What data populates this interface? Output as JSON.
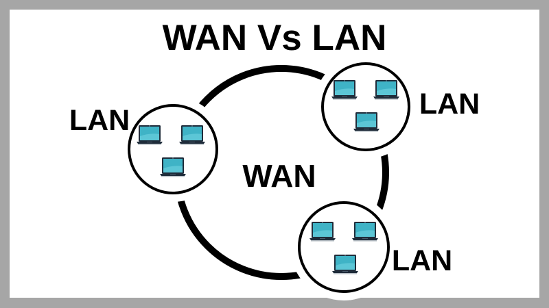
{
  "title": "WAN Vs LAN",
  "wan": {
    "label": "WAN"
  },
  "lans": [
    {
      "label": "LAN",
      "devices": [
        "laptop",
        "laptop",
        "laptop"
      ]
    },
    {
      "label": "LAN",
      "devices": [
        "laptop",
        "laptop",
        "laptop"
      ]
    },
    {
      "label": "LAN",
      "devices": [
        "laptop",
        "laptop",
        "laptop"
      ]
    }
  ],
  "colors": {
    "frame": "#a6a6a6",
    "background": "#ffffff",
    "ink": "#000000",
    "laptop_bezel": "#1f2c3a",
    "laptop_screen": "#3fb3c6",
    "laptop_screen_highlight": "#5cc6d6",
    "laptop_shadow": "#b9c0c6"
  }
}
